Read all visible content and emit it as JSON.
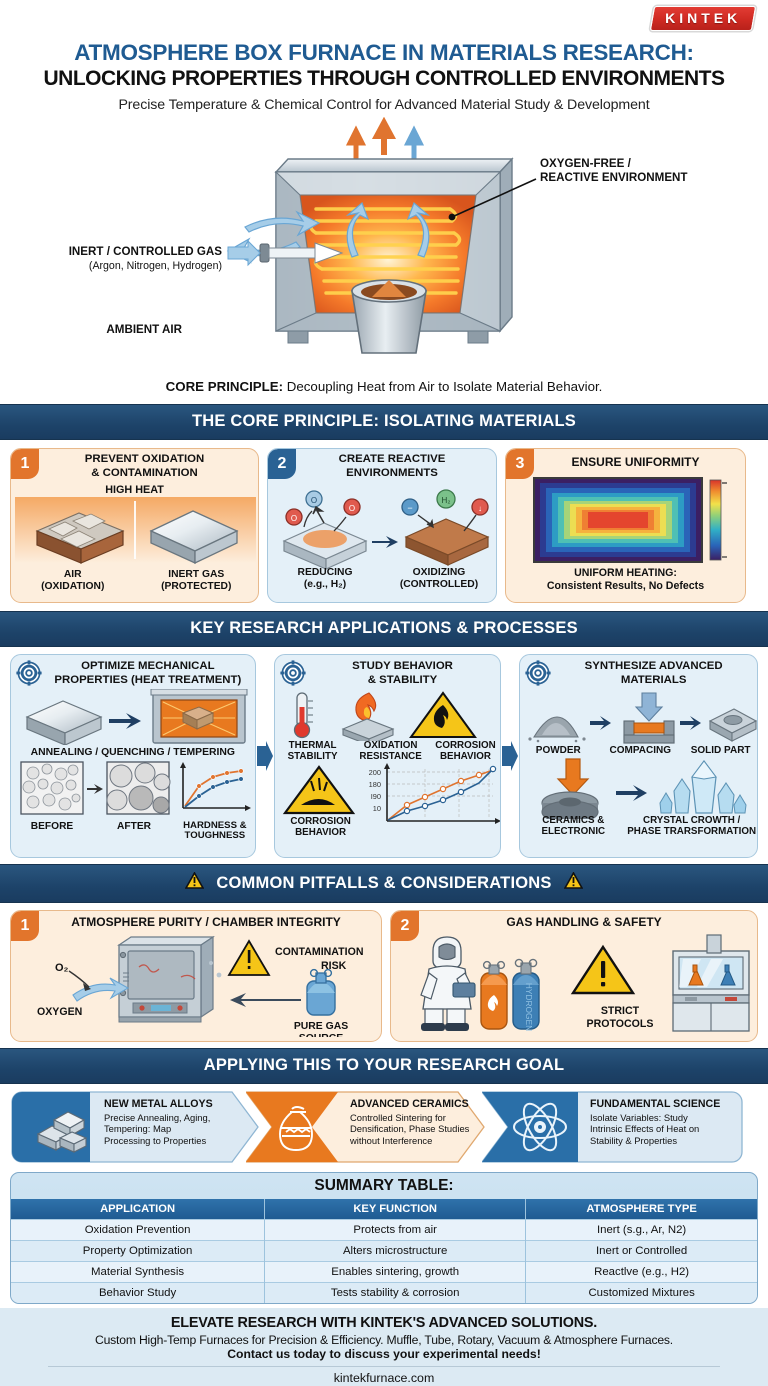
{
  "brand": {
    "logo_text": "KINTEK",
    "logo_color": "#cf2a22"
  },
  "header": {
    "title_line1": "ATMOSPHERE BOX FURNACE IN MATERIALS RESEARCH:",
    "title_line2": "UNLOCKING PROPERTIES THROUGH CONTROLLED ENVIRONMENTS",
    "subtitle": "Precise Temperature & Chemical Control for Advanced Material Study & Development",
    "title_color": "#1f5b92"
  },
  "hero": {
    "label_ambient_air": "AMBIENT AIR",
    "label_inert_gas": "INERT / CONTROLLED GAS",
    "label_inert_gas_sub": "(Argon, Nitrogen, Hydrogen)",
    "label_oxygen_free_1": "OXYGEN-FREE /",
    "label_oxygen_free_2": "REACTIVE ENVIRONMENT",
    "core_principle_label": "CORE PRINCIPLE:",
    "core_principle_text": " Decoupling Heat from Air to Isolate Material Behavior."
  },
  "section1": {
    "bar_title": "THE CORE PRINCIPLE: ISOLATING MATERIALS",
    "cards": [
      {
        "num": "1",
        "title": "PREVENT OXIDATION\n& CONTAMINATION",
        "title_l1": "PREVENT OXIDATION",
        "title_l2": "& CONTAMINATION",
        "subhead": "HIGH HEAT",
        "left_caption_l1": "AIR",
        "left_caption_l2": "(OXIDATION)",
        "right_caption_l1": "INERT GAS",
        "right_caption_l2": "(PROTECTED)"
      },
      {
        "num": "2",
        "title_l1": "CREATE REACTIVE",
        "title_l2": "ENVIRONMENTS",
        "left_caption_l1": "REDUCING",
        "left_caption_l2": "(e.g., H₂)",
        "right_caption_l1": "OXIDIZING",
        "right_caption_l2": "(CONTROLLED)",
        "molecule_labels": [
          "O",
          "O",
          "O",
          "−",
          "H₂",
          "↓"
        ]
      },
      {
        "num": "3",
        "title_l1": "ENSURE UNIFORMITY",
        "caption_l1": "UNIFORM HEATING:",
        "caption_l2": "Consistent Results, No Defects"
      }
    ]
  },
  "section2": {
    "bar_title": "KEY RESEARCH APPLICATIONS & PROCESSES",
    "cards": [
      {
        "title_l1": "OPTIMIZE MECHANICAL",
        "title_l2": "PROPERTIES (HEAT TREATMENT)",
        "process_label": "ANNEALING / QUENCHING / TEMPERING",
        "micro_before": "BEFORE",
        "micro_after": "AFTER",
        "chart_label_l1": "HARDNESS &",
        "chart_label_l2": "TOUGHNESS"
      },
      {
        "title_l1": "STUDY BEHAVIOR",
        "title_l2": "& STABILITY",
        "icons": [
          {
            "label_l1": "THERMAL",
            "label_l2": "STABILITY"
          },
          {
            "label_l1": "OXIDATION",
            "label_l2": "RESISTANCE"
          },
          {
            "label_l1": "CORROSION",
            "label_l2": "BEHAVIOR"
          },
          {
            "label_l1": "CORROSION",
            "label_l2": "BEHAVIOR"
          }
        ],
        "chart_ticks": [
          "200",
          "180",
          "I90",
          "10"
        ]
      },
      {
        "title_l1": "SYNTHESIZE ADVANCED",
        "title_l2": "MATERIALS",
        "flow": [
          "POWDER",
          "COMPACING",
          "SOLID PART"
        ],
        "bottom_l1": "CERAMICS &",
        "bottom_l2": "ELECTRONIC",
        "bottom_r1": "CRYSTAL CROWTH /",
        "bottom_r2": "PHASE TRARSFORMATION"
      }
    ]
  },
  "section3": {
    "bar_title": "COMMON PITFALLS & CONSIDERATIONS",
    "cards": [
      {
        "num": "1",
        "title": "ATMOSPHERE PURITY / CHAMBER INTEGRITY",
        "label_o2": "O₂",
        "label_oxygen": "OXYGEN",
        "label_contam_l1": "CONTAMINATION",
        "label_contam_l2": "RISK",
        "label_puregas_l1": "PURE GAS",
        "label_puregas_l2": "SOURCE"
      },
      {
        "num": "2",
        "title": "GAS HANDLING & SAFETY",
        "label_strict_l1": "STRICT",
        "label_strict_l2": "PROTOCOLS",
        "cylinder_label": "HYDROGEN"
      }
    ]
  },
  "section4": {
    "bar_title": "APPLYING THIS TO YOUR RESEARCH GOAL",
    "chevrons": [
      {
        "heading": "NEW METAL ALLOYS",
        "body_l1": "Precise Annealing, Aging,",
        "body_l2": "Tempering: Map",
        "body_l3": "Processing to Properties",
        "icon": "metal-ingots-icon",
        "accent": "#2a6fa8"
      },
      {
        "heading": "ADVANCED CERAMICS",
        "body_l1": "Controlled Sintering for",
        "body_l2": "Densification, Phase Studies",
        "body_l3": "without Interference",
        "icon": "ceramic-vase-icon",
        "accent": "#e2752c"
      },
      {
        "heading": "FUNDAMENTAL SCIENCE",
        "body_l1": "Isolate Variables: Study",
        "body_l2": "Intrinsic Effects of Heat on",
        "body_l3": "Stability & Properties",
        "icon": "atom-icon",
        "accent": "#1f5b92"
      }
    ]
  },
  "summary": {
    "title": "SUMMARY TABLE:",
    "columns": [
      "APPLICATION",
      "KEY FUNCTION",
      "ATMOSPHERE TYPE"
    ],
    "rows": [
      [
        "Oxidation Prevention",
        "Protects from air",
        "Inert (s.g., Ar, N2)"
      ],
      [
        "Property Optimization",
        "Alters microstructure",
        "Inert or Controlled"
      ],
      [
        "Material Synthesis",
        "Enables sintering, growth",
        "Reactlve (e.g., H2)"
      ],
      [
        "Behavior Study",
        "Tests stability & corrosion",
        "Customized Mixtures"
      ]
    ]
  },
  "footer": {
    "line1": "ELEVATE RESEARCH WITH KINTEK'S ADVANCED SOLUTIONS.",
    "line2": "Custom High-Temp Furnaces for Precision & Efficiency. Muffle, Tube, Rotary, Vacuum & Atmosphere Furnaces.",
    "line3": "Contact us today to discuss your experimental needs!",
    "website": "kintekfurnace.com"
  }
}
